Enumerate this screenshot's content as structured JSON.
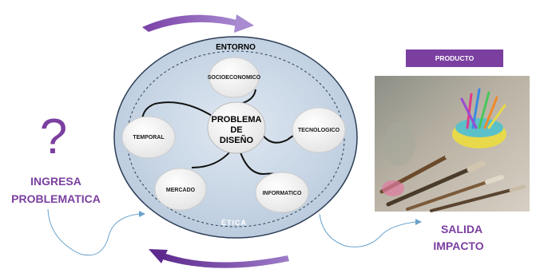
{
  "environment_label": "ENTORNO",
  "ethics_label": "ÉTICA",
  "center_label_lines": [
    "PROBLEMA",
    "DE",
    "DISEÑO"
  ],
  "nodes": {
    "socioeconomic": "SOCIOECONOMICO",
    "technological": "TECNOLOGICO",
    "temporal": "TEMPORAL",
    "market": "MERCADO",
    "informatic": "INFORMATICO"
  },
  "input": {
    "symbol": "?",
    "label_lines": [
      "INGRESA",
      "PROBLEMATICA"
    ]
  },
  "output": {
    "label_lines": [
      "SALIDA",
      "IMPACTO"
    ]
  },
  "product_label": "PRODUCTO",
  "colors": {
    "accent_purple": "#7b3fa0",
    "arrow_light": "#9b6fc0",
    "circle_fill": "#c5d4e5",
    "node_fill": "#f5f5f5",
    "flow_line": "#6aa3cc"
  }
}
